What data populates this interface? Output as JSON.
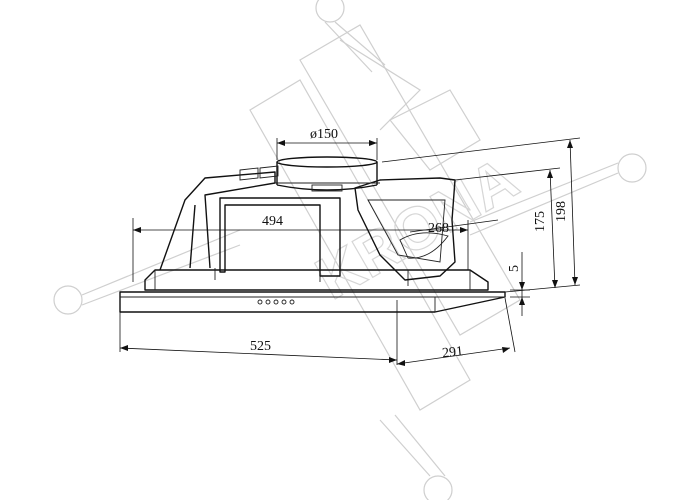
{
  "watermark": {
    "text": "KRONA",
    "color": "#cfcfcf"
  },
  "dimensions": {
    "duct_diameter": "ø150",
    "inner_width": "494",
    "side_depth": "268",
    "outer_width": "525",
    "total_depth": "291",
    "body_height": "175",
    "total_height": "198",
    "panel_thickness": "5"
  },
  "colors": {
    "line": "#111111",
    "background": "#ffffff"
  }
}
